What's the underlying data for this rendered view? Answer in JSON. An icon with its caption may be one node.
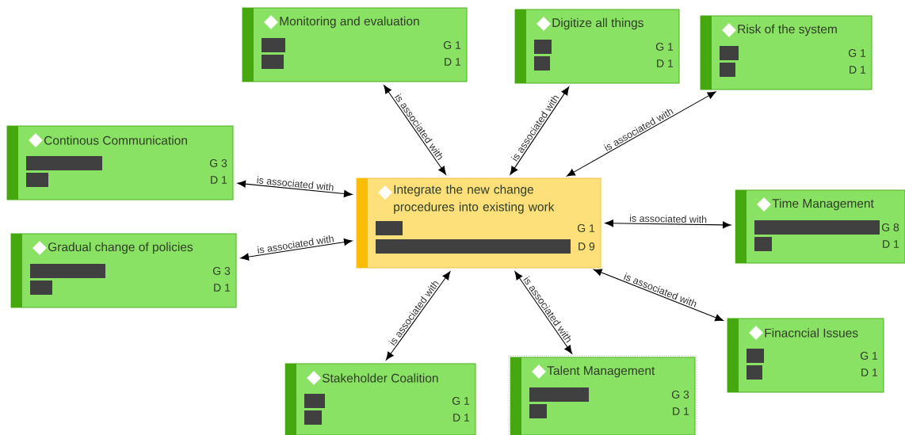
{
  "diagram": {
    "nodes": [
      {
        "text": [
          "Monitoring and evaluation",
          "G 1",
          "D 1"
        ]
      },
      {
        "text": [
          "Digitize all things",
          "G 1",
          "D 1"
        ]
      },
      {
        "text": [
          "Risk of the system",
          "G 1",
          "D 1"
        ]
      },
      {
        "text": [
          "Continous Communication",
          "G 3",
          "D 1"
        ]
      },
      {
        "text": [
          "Integrate the new change procedures into existing work",
          "G 1",
          "D 9"
        ]
      },
      {
        "text": [
          "Time Management",
          "G 8",
          "D 1"
        ]
      },
      {
        "text": [
          "Gradual change of policies",
          "G 3",
          "D 1"
        ]
      },
      {
        "text": [
          "Finacncial Issues",
          "G 1",
          "D 1"
        ]
      },
      {
        "text": [
          "Stakeholder Coalition",
          "G 1",
          "D 1"
        ]
      },
      {
        "text": [
          "Talent Management",
          "G 3",
          "D 1"
        ]
      }
    ],
    "edges": [
      {
        "from": 4,
        "to": 0,
        "arrow": "both",
        "label": "is associated with"
      },
      {
        "from": 4,
        "to": 1,
        "arrow": "both",
        "label": "is associated with"
      },
      {
        "from": 4,
        "to": 2,
        "arrow": "both",
        "label": "is associated with"
      },
      {
        "from": 4,
        "to": 3,
        "arrow": "both",
        "label": "is associated with"
      },
      {
        "from": 4,
        "to": 5,
        "arrow": "both",
        "label": "is associated with"
      },
      {
        "from": 4,
        "to": 6,
        "arrow": "both",
        "label": "is associated with"
      },
      {
        "from": 4,
        "to": 7,
        "arrow": "both",
        "label": "is associated with"
      },
      {
        "from": 4,
        "to": 8,
        "arrow": "both",
        "label": "is associated with"
      },
      {
        "from": 4,
        "to": 9,
        "arrow": "both",
        "label": "is associated with"
      }
    ]
  }
}
